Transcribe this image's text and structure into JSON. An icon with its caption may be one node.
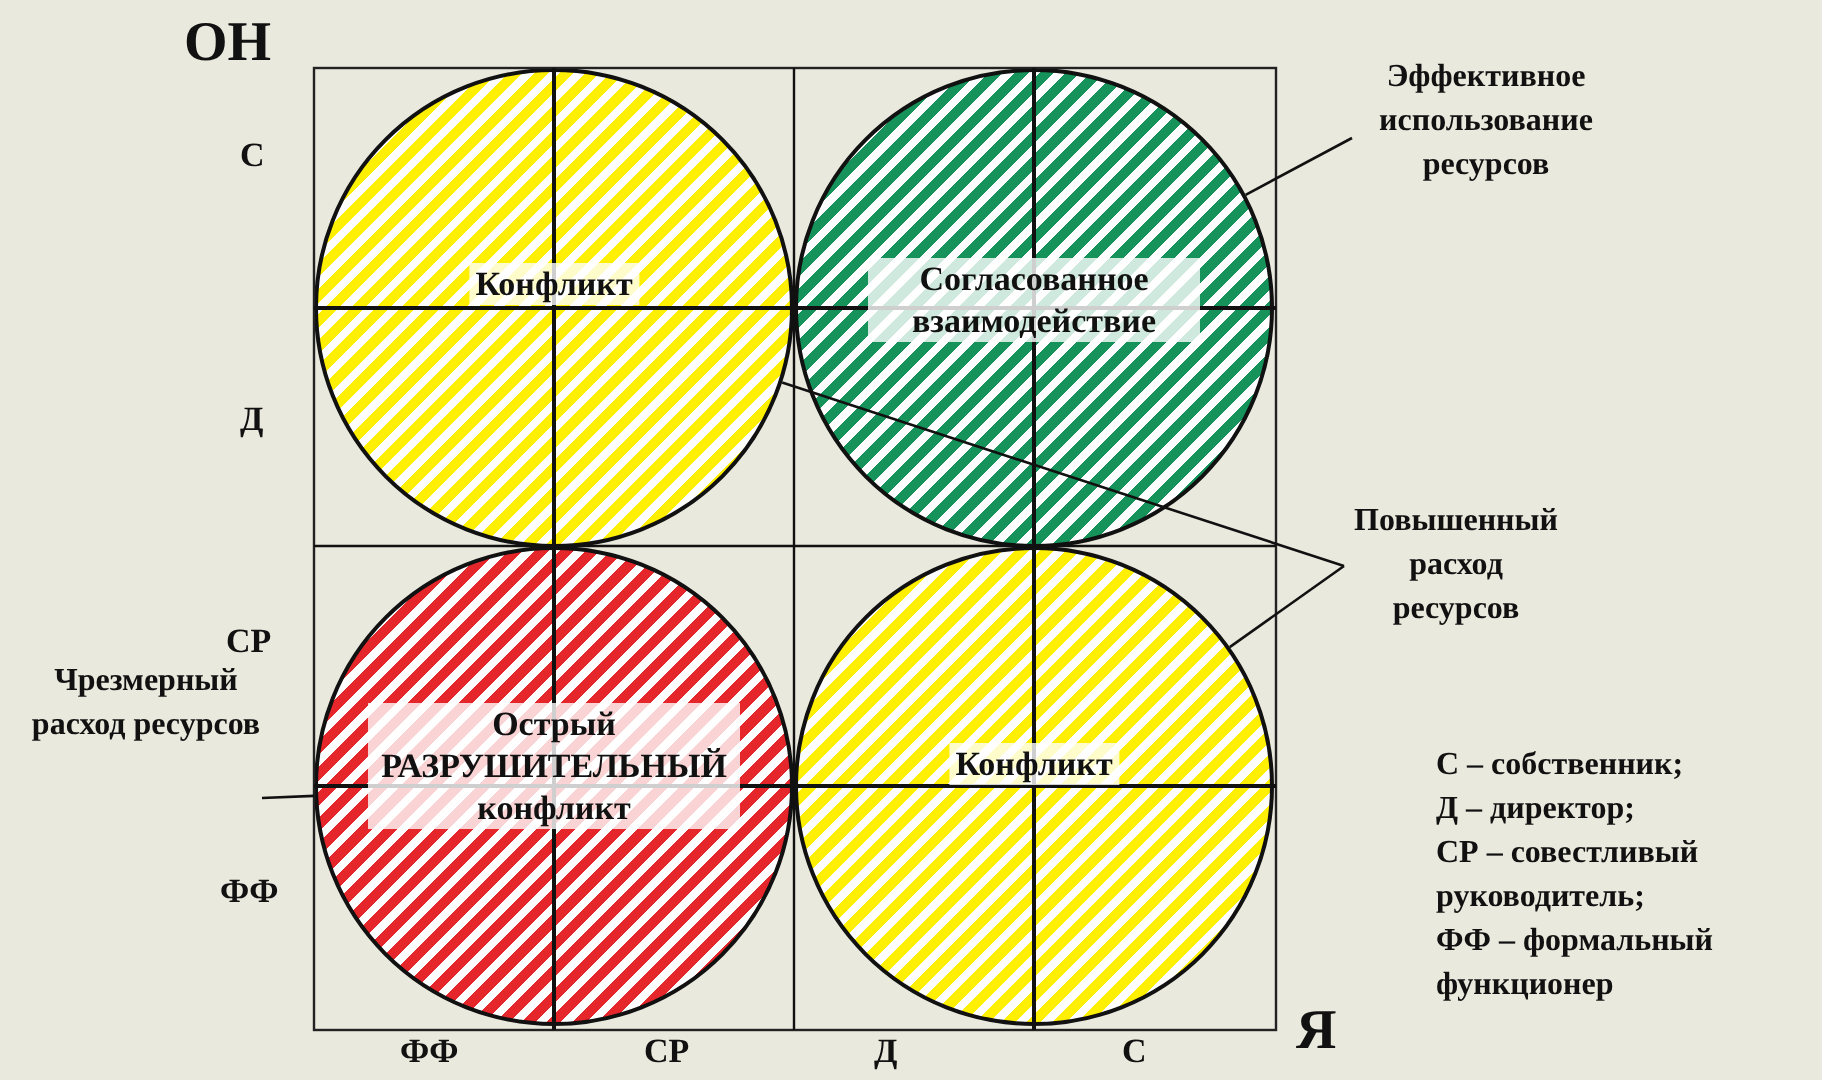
{
  "diagram": {
    "nodes": [
      {
        "text": [
          "Конфликт"
        ]
      },
      {
        "text": [
          "Согласованное взаимодействие"
        ]
      },
      {
        "text": [
          "Эффективное использование ресурсов"
        ]
      },
      {
        "text": [
          "Повышенный расход ресурсов"
        ]
      },
      {
        "text": [
          "Чрезмерный расход ресурсов"
        ]
      },
      {
        "text": [
          "Острый РАЗРУШИТЕЛЬНЫЙ конфликт"
        ]
      },
      {
        "text": [
          "Конфликт"
        ]
      }
    ],
    "edges": [
      {
        "from": 2,
        "to": 1,
        "arrow": "none"
      },
      {
        "from": 3,
        "to": 0,
        "arrow": "none"
      },
      {
        "from": 3,
        "to": 6,
        "arrow": "none"
      },
      {
        "from": 4,
        "to": 5,
        "arrow": "none"
      }
    ],
    "labels": [
      "ОН",
      "С",
      "Д",
      "СР",
      "ФФ",
      "ФФ",
      "СР",
      "Д",
      "С",
      "Я",
      "С – собственник;",
      "Д – директор;",
      "СР – совестливый руководитель;",
      "ФФ – формальный функционер"
    ]
  }
}
